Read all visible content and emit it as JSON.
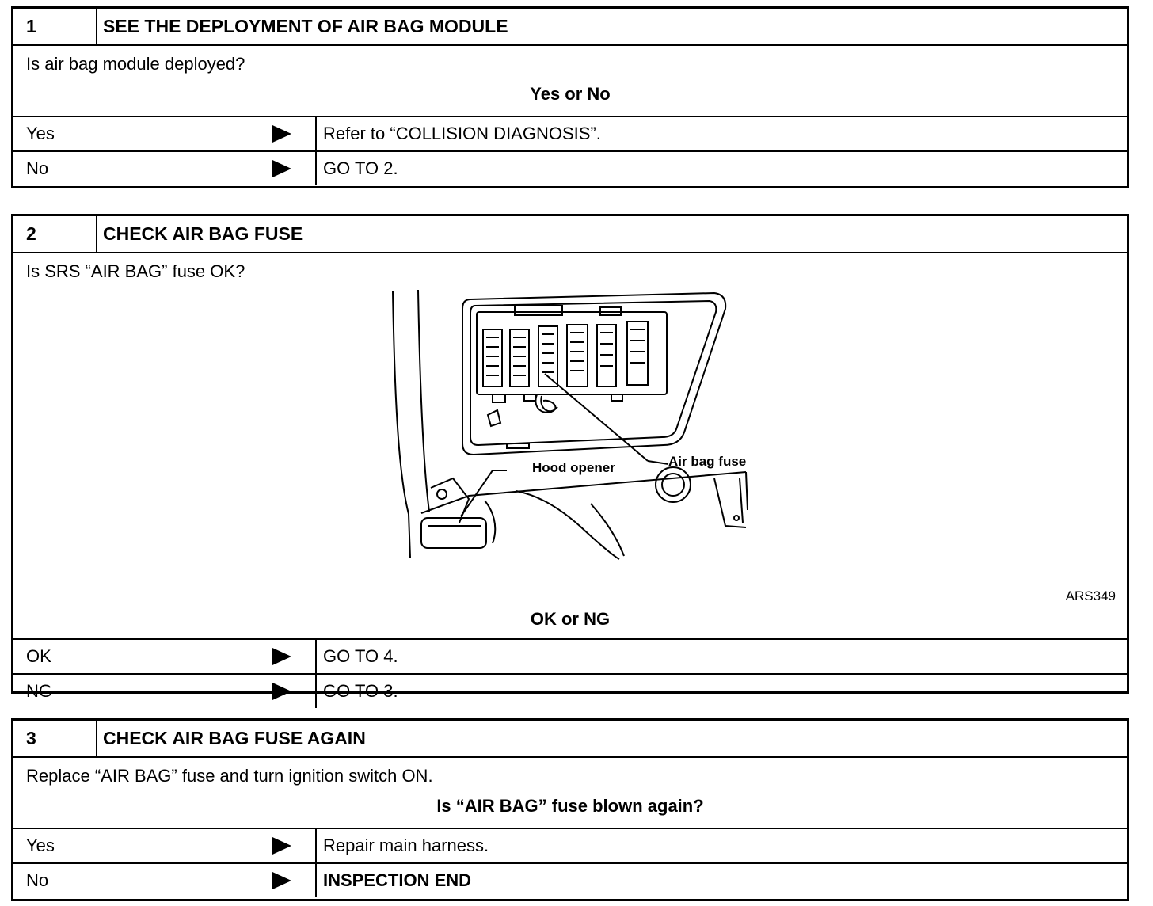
{
  "steps": [
    {
      "number": "1",
      "title": "SEE THE DEPLOYMENT OF AIR BAG MODULE",
      "question": "Is air bag module deployed?",
      "caption": "Yes or No",
      "rows": [
        {
          "answer": "Yes",
          "action": "Refer to “COLLISION DIAGNOSIS”."
        },
        {
          "answer": "No",
          "action": "GO TO 2."
        }
      ]
    },
    {
      "number": "2",
      "title": "CHECK AIR BAG FUSE",
      "question": "Is SRS “AIR BAG” fuse OK?",
      "figure": {
        "callouts": [
          "Air bag fuse",
          "Hood opener"
        ],
        "id": "ARS349"
      },
      "caption": "OK or NG",
      "rows": [
        {
          "answer": "OK",
          "action": "GO TO 4."
        },
        {
          "answer": "NG",
          "action": "GO TO 3."
        }
      ]
    },
    {
      "number": "3",
      "title": "CHECK AIR BAG FUSE AGAIN",
      "question": "Replace “AIR BAG” fuse and turn ignition switch ON.",
      "caption": "Is “AIR BAG” fuse blown again?",
      "rows": [
        {
          "answer": "Yes",
          "action": "Repair main harness."
        },
        {
          "answer": "No",
          "action": "INSPECTION END"
        }
      ]
    }
  ]
}
